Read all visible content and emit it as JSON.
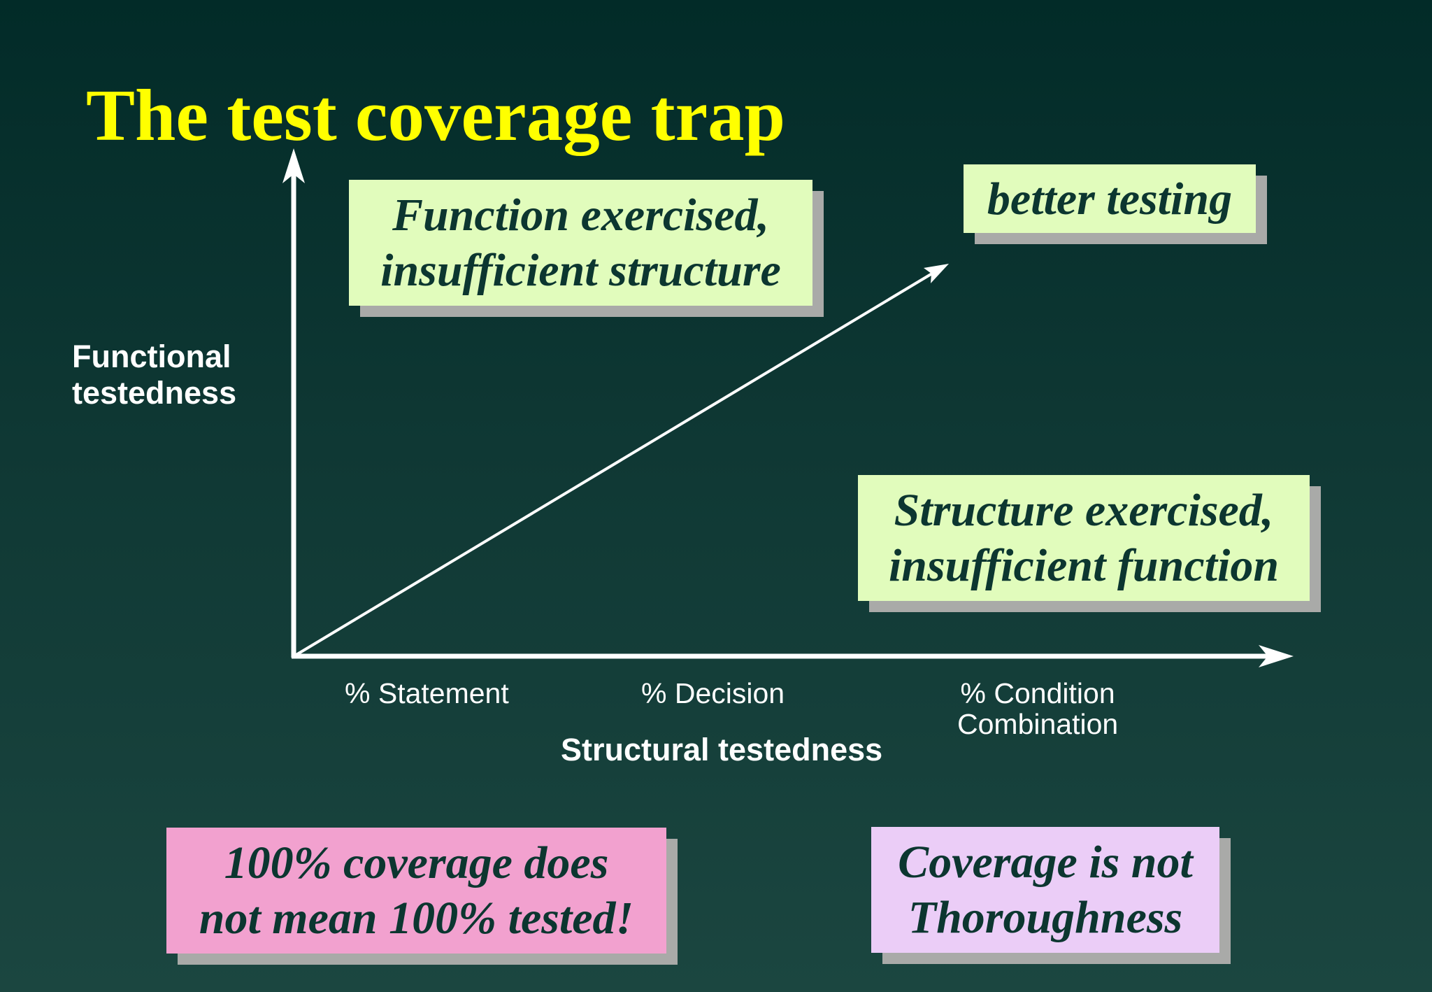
{
  "slide": {
    "title": "The test coverage trap"
  },
  "axes": {
    "y_label_lines": [
      "Functional",
      "testedness"
    ],
    "x_label": "Structural testedness",
    "x_ticks": [
      {
        "lines": [
          "% Statement"
        ]
      },
      {
        "lines": [
          "% Decision"
        ]
      },
      {
        "lines": [
          "% Condition",
          "Combination"
        ]
      }
    ]
  },
  "boxes": {
    "function_exercised": [
      "Function exercised,",
      "insufficient structure"
    ],
    "better_testing": [
      "better testing"
    ],
    "structure_exercised": [
      "Structure exercised,",
      "insufficient function"
    ],
    "coverage_100": [
      "100% coverage does",
      "not mean 100% tested!"
    ],
    "not_thoroughness": [
      "Coverage is not",
      "Thoroughness"
    ]
  },
  "colors": {
    "background": "#0f3834",
    "title": "#ffff00",
    "axis": "#ffffff",
    "green_box": "#e1fcbc",
    "pink_box": "#f2a1cf",
    "lavender_box": "#ebcdf7",
    "box_text": "#0c3630",
    "box_shadow": "#a9aaa8"
  }
}
